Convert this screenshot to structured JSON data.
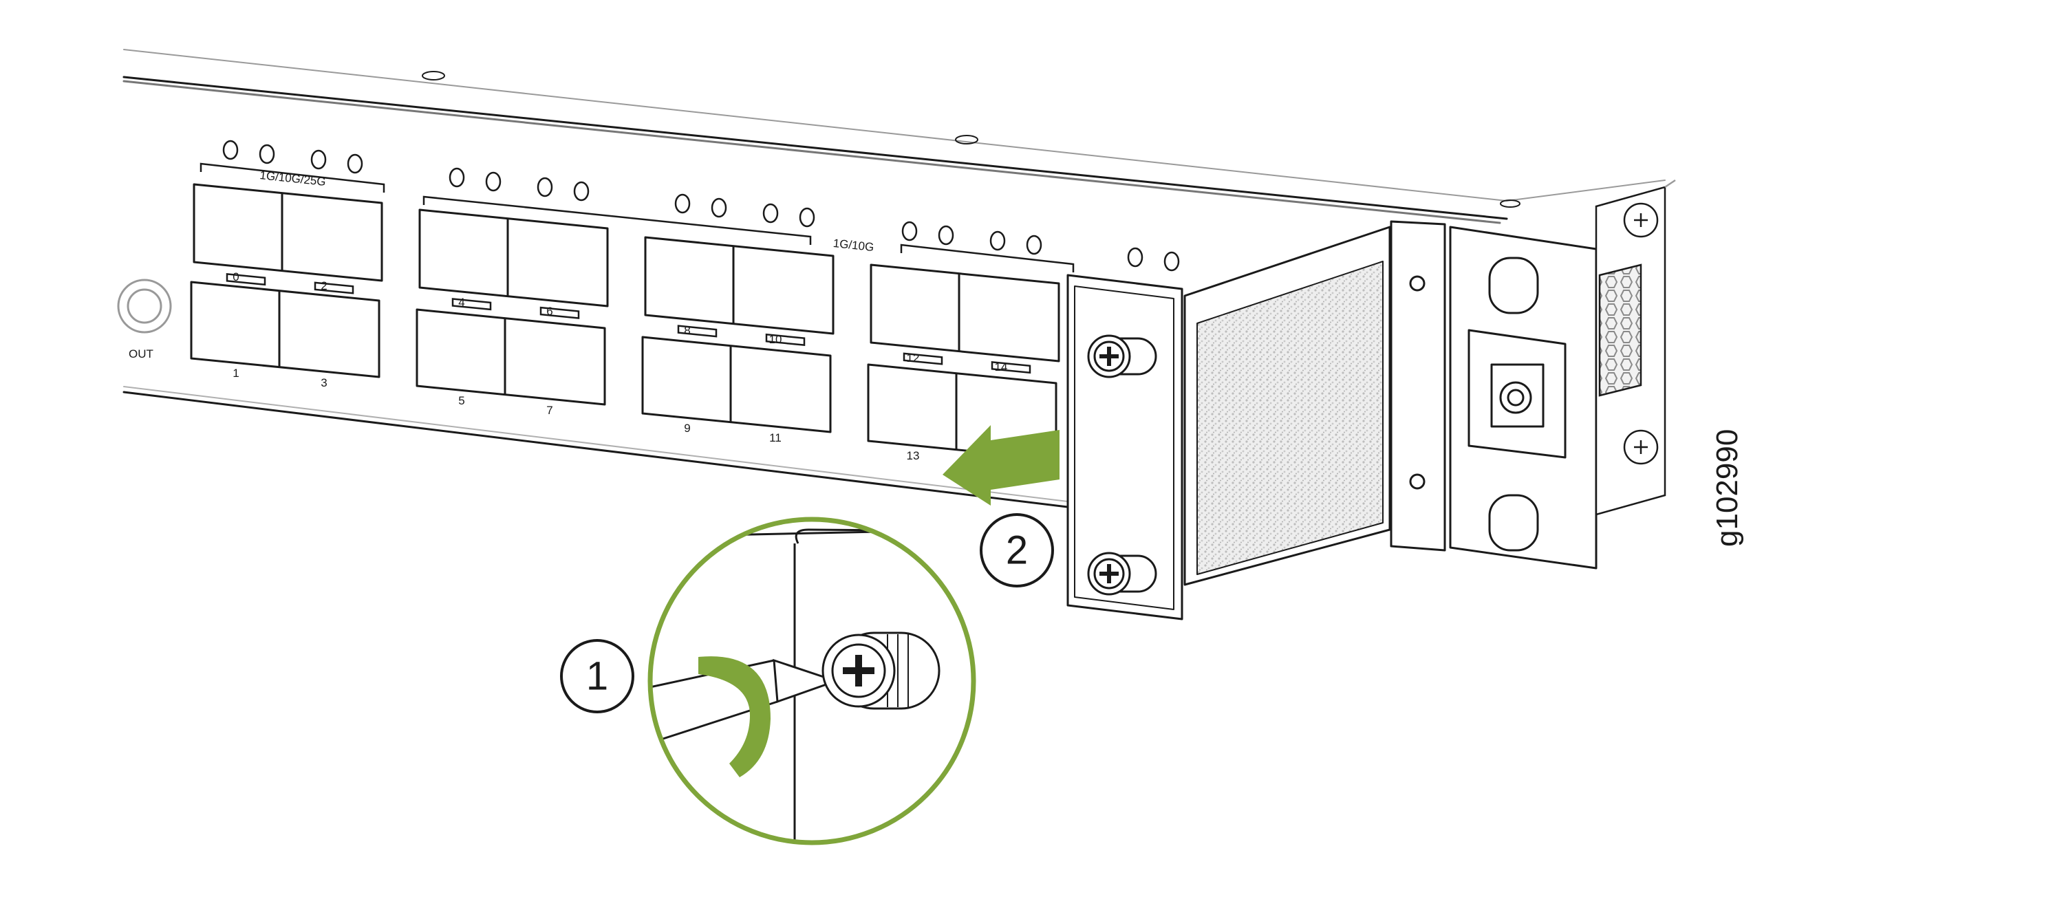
{
  "diagram": {
    "group_labels": {
      "g25": "1G/10G/25G",
      "g10": "1G/10G",
      "out": "OUT"
    },
    "ports": {
      "top": [
        "0",
        "2",
        "4",
        "6",
        "8",
        "10",
        "12",
        "14"
      ],
      "bottom": [
        "1",
        "3",
        "5",
        "7",
        "9",
        "11",
        "13"
      ]
    },
    "steps": {
      "one": "1",
      "two": "2"
    },
    "figure_id": "g102990",
    "colors": {
      "accent_green": "#7fa53a",
      "line": "#1a1a1a",
      "mesh": "#d9d9d9"
    }
  }
}
